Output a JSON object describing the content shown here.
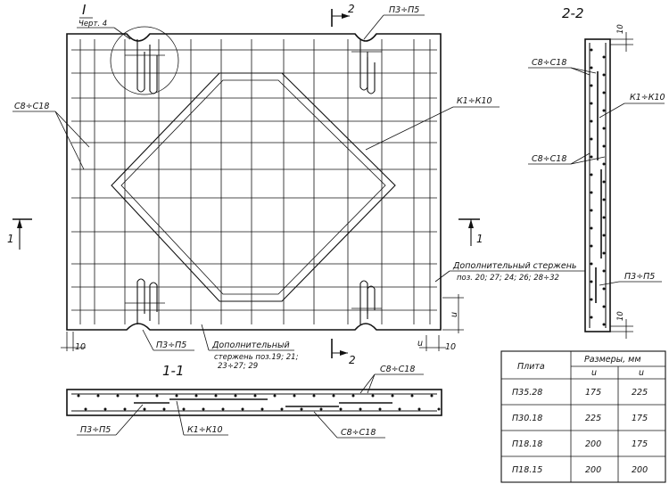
{
  "plan": {
    "detail_mark": "I",
    "detail_ref": "Черт. 4",
    "label_mesh_left": "С8÷С18",
    "label_loops_top": "П3÷П5",
    "label_loops_bottom": "П3÷П5",
    "label_frame": "К1÷К10",
    "label_extra_right_1": "Дополнительный стержень",
    "label_extra_right_2": "поз. 20; 27; 24; 26; 28÷32",
    "label_extra_bottom_1": "Дополнительный",
    "label_extra_bottom_2": "стержень поз.19; 21;",
    "label_extra_bottom_3": "23÷27; 29",
    "cut_1_left": "1",
    "cut_1_right": "1",
    "cut_2_top": "2",
    "cut_2_bottom": "2",
    "dim_10_left": "10",
    "dim_u_bottom": "u",
    "dim_10_bottom_right": "10",
    "dim_u_right": "u"
  },
  "section_11": {
    "title": "1-1",
    "label_mesh_top": "С8÷С18",
    "label_mesh_bottom": "С8÷С18",
    "label_loops": "П3÷П5",
    "label_frame": "К1÷К10"
  },
  "section_22": {
    "title": "2-2",
    "dim_top": "10",
    "dim_bottom": "10",
    "label_mesh_1": "С8÷С18",
    "label_frame": "К1÷К10",
    "label_mesh_2": "С8÷С18",
    "label_loops": "П3÷П5"
  },
  "table": {
    "col_plate": "Плита",
    "col_sizes": "Размеры, мм",
    "sub_u1": "u",
    "sub_u2": "u",
    "rows": [
      {
        "name": "П35.28",
        "u1": "175",
        "u2": "225"
      },
      {
        "name": "П30.18",
        "u1": "225",
        "u2": "175"
      },
      {
        "name": "П18.18",
        "u1": "200",
        "u2": "175"
      },
      {
        "name": "П18.15",
        "u1": "200",
        "u2": "200"
      }
    ]
  }
}
